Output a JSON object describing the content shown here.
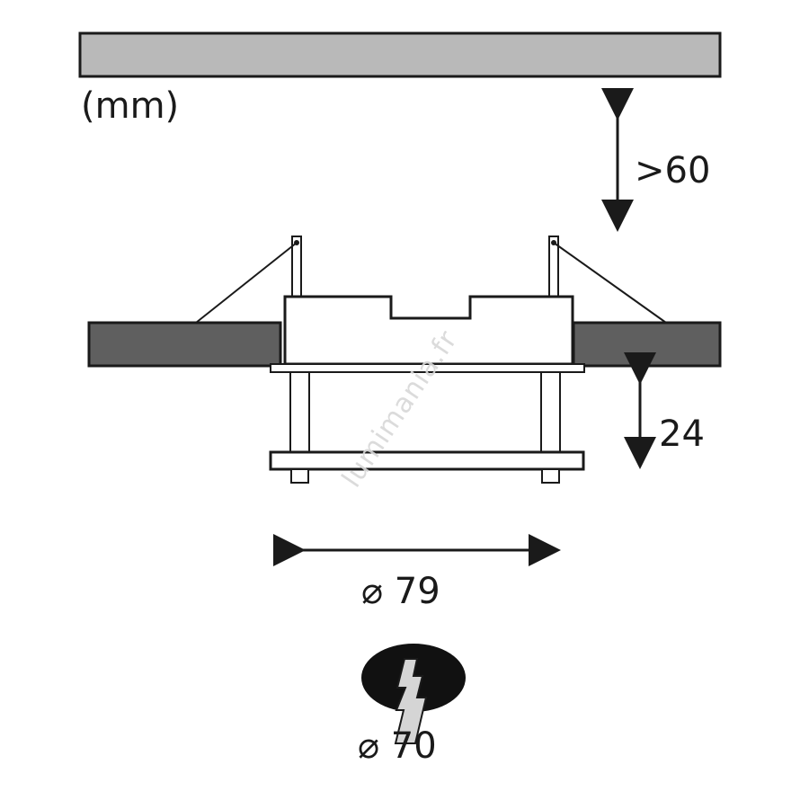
{
  "units_label": "(mm)",
  "dimensions": {
    "clearance_label": ">60",
    "height_label": "24",
    "diameter_outer_label": "⌀ 79",
    "diameter_cutout_label": "⌀ 70"
  },
  "watermark": "lumimania.fr",
  "colors": {
    "ceiling_panel": "#b9b9b9",
    "board": "#5f5f5f",
    "outline": "#1a1a1a",
    "cutout": "#111111",
    "watermark": "#d8d8d8"
  },
  "icons": [
    "ceiling-panel-icon",
    "cutout-hole-icon",
    "electrical-hazard-icon"
  ]
}
